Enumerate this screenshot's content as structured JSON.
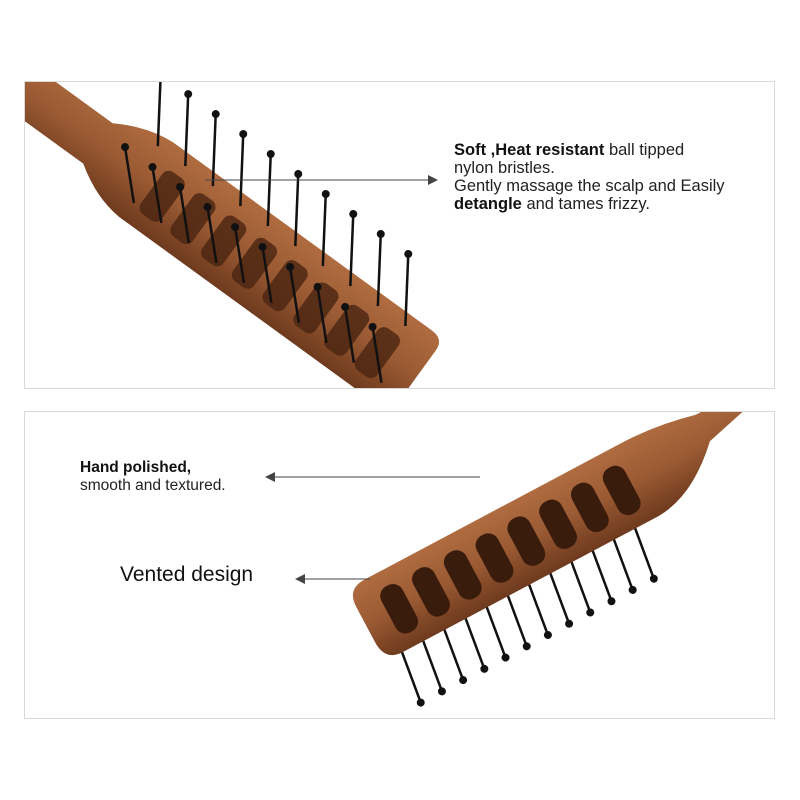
{
  "panel_top": {
    "line1_bold": "Soft ,Heat resistant",
    "line1_rest": " ball tipped",
    "line2": "nylon bristles.",
    "line3": "Gently massage the scalp and Easily",
    "line4_bold": "detangle",
    "line4_rest": " and tames frizzy."
  },
  "panel_bottom": {
    "polished_bold": "Hand polished,",
    "polished_rest": "smooth and textured.",
    "vented": "Vented design"
  },
  "colors": {
    "wood": "#9a5a33",
    "wood_dark": "#6e3a1e",
    "bristle": "#111111",
    "border": "#d9d9d9"
  }
}
